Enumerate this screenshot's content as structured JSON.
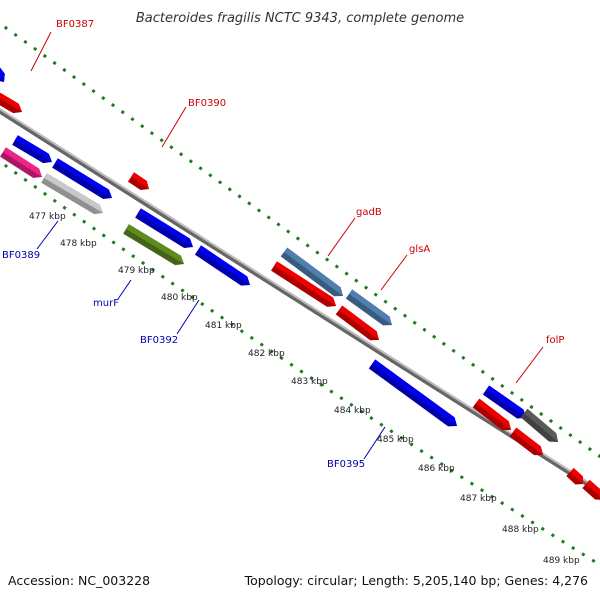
{
  "title": "Bacteroides fragilis NCTC 9343, complete genome",
  "footer": {
    "accession": "Accession: NC_003228",
    "summary": "Topology: circular; Length: 5,205,140 bp; Genes: 4,276"
  },
  "colors": {
    "backbone": "#8c8c8c",
    "gc_dots": "#1f7a1f",
    "label_red": "#cc0000",
    "label_blue": "#0000aa",
    "gene_blue": "#0000ee",
    "gene_red": "#ee0000",
    "gene_steel": "#4f7fae",
    "gene_pink": "#ee2288",
    "gene_olive": "#5e8a1e",
    "gene_lightgray": "#c8c8c8",
    "gene_darkgray": "#5a5a5a"
  },
  "kbp_ticks": [
    "477 kbp",
    "478 kbp",
    "479 kbp",
    "480 kbp",
    "481 kbp",
    "482 kbp",
    "483 kbp",
    "484 kbp",
    "485 kbp",
    "486 kbp",
    "487 kbp",
    "488 kbp",
    "489 kbp"
  ],
  "gene_labels": [
    {
      "id": "bf0387",
      "text": "BF0387",
      "color": "red"
    },
    {
      "id": "bf0390",
      "text": "BF0390",
      "color": "red"
    },
    {
      "id": "gadb",
      "text": "gadB",
      "color": "red"
    },
    {
      "id": "glsa",
      "text": "glsA",
      "color": "red"
    },
    {
      "id": "folp",
      "text": "folP",
      "color": "red"
    },
    {
      "id": "bf0389",
      "text": "BF0389",
      "color": "blue"
    },
    {
      "id": "murf",
      "text": "murF",
      "color": "blue"
    },
    {
      "id": "bf0392",
      "text": "BF0392",
      "color": "blue"
    },
    {
      "id": "bf0395",
      "text": "BF0395",
      "color": "blue"
    }
  ]
}
